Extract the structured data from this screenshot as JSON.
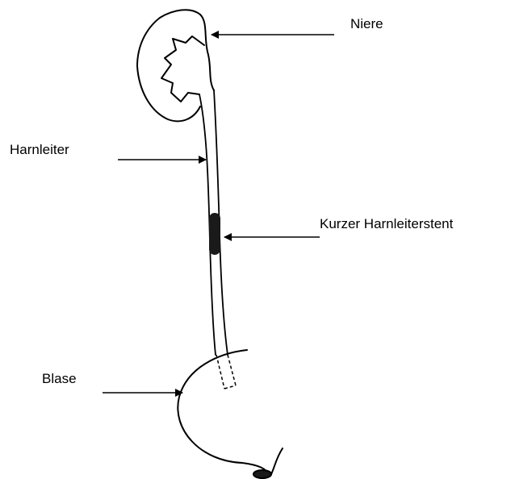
{
  "labels": {
    "kidney": "Niere",
    "ureter": "Harnleiter",
    "stent": "Kurzer Harnleiterstent",
    "bladder": "Blase"
  },
  "colors": {
    "line": "#000000",
    "stent_fill": "#1a1a1a",
    "background": "#ffffff"
  }
}
